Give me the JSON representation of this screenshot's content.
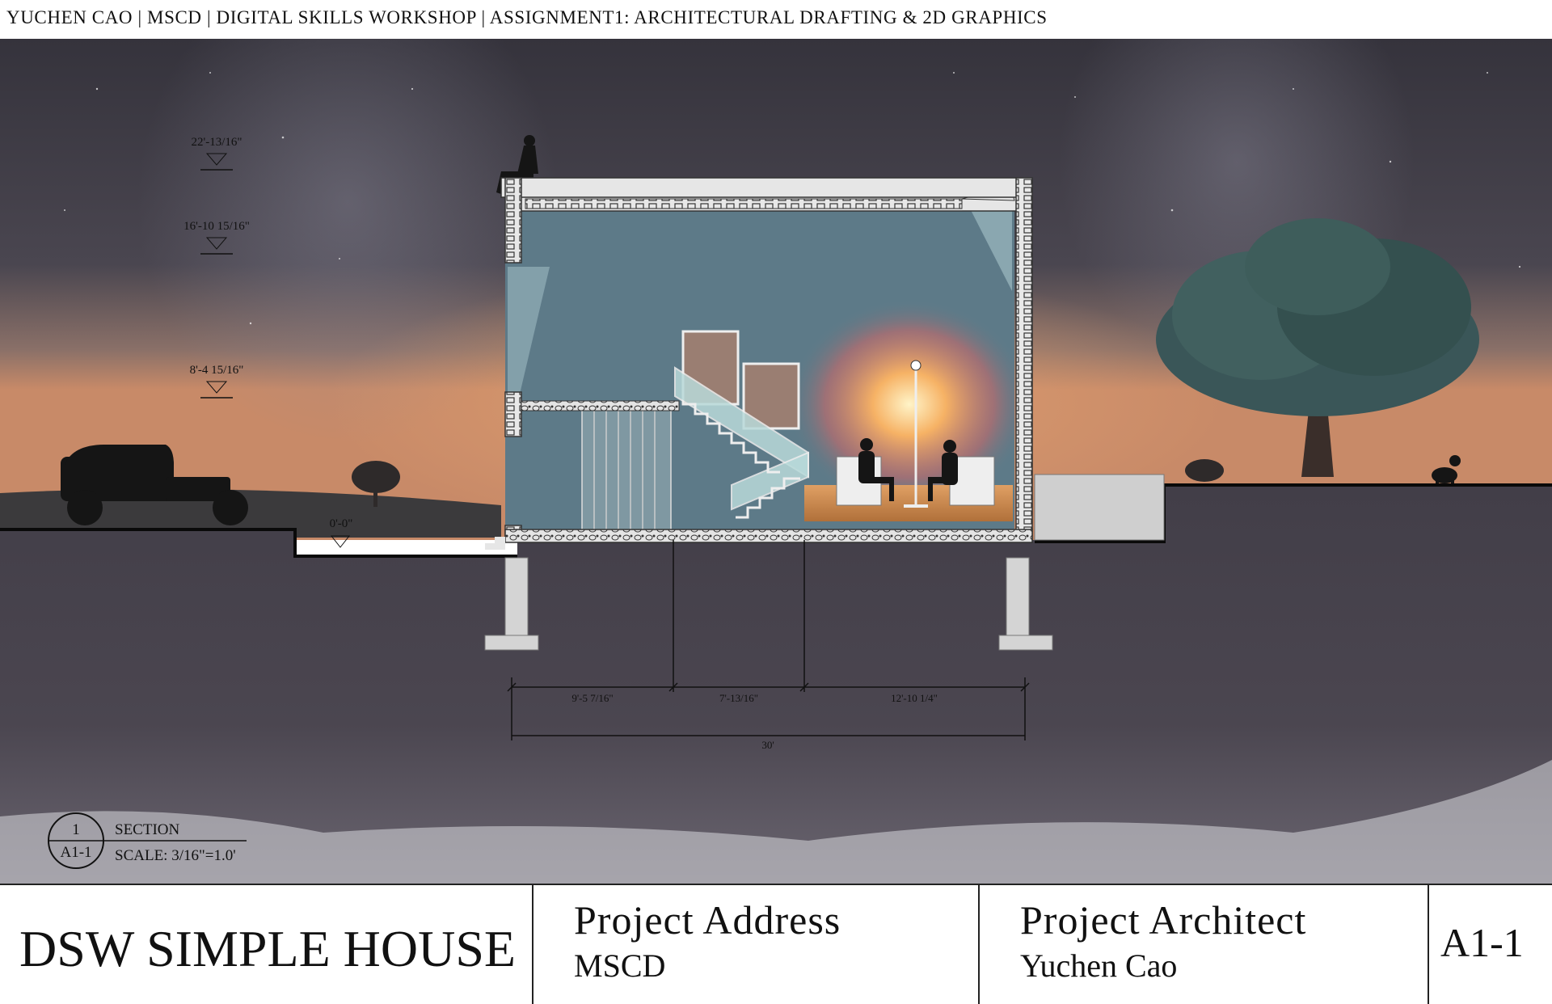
{
  "header": {
    "text": "YUCHEN CAO | MSCD | DIGITAL SKILLS WORKSHOP | ASSIGNMENT1: ARCHITECTURAL DRAFTING & 2D GRAPHICS"
  },
  "elevations": [
    {
      "label": "22'-13/16\""
    },
    {
      "label": "16'-10 15/16\""
    },
    {
      "label": "8'-4 15/16\""
    },
    {
      "label": "0'-0\""
    }
  ],
  "dimensions": {
    "segments": [
      "9'-5 7/16\"",
      "7'-13/16\"",
      "12'-10 1/4\""
    ],
    "total": "30'"
  },
  "section_tag": {
    "number": "1",
    "sheet": "A1-1",
    "title": "SECTION",
    "scale": "SCALE: 3/16\"=1.0'"
  },
  "title_block": {
    "project_name": "DSW SIMPLE HOUSE",
    "address_label": "Project Address",
    "address_value": "MSCD",
    "architect_label": "Project Architect",
    "architect_value": "Yuchen Cao",
    "sheet_number": "A1-1"
  },
  "colors": {
    "sky_top": "#35333c",
    "sky_glow": "#c88a68",
    "ground": "#45414b",
    "wall_interior": "#5d7a88",
    "slab": "#d9d9d9",
    "lamp_glow": "#f6b265",
    "silhouette": "#151515",
    "tree_canopy": "#3a5658"
  }
}
